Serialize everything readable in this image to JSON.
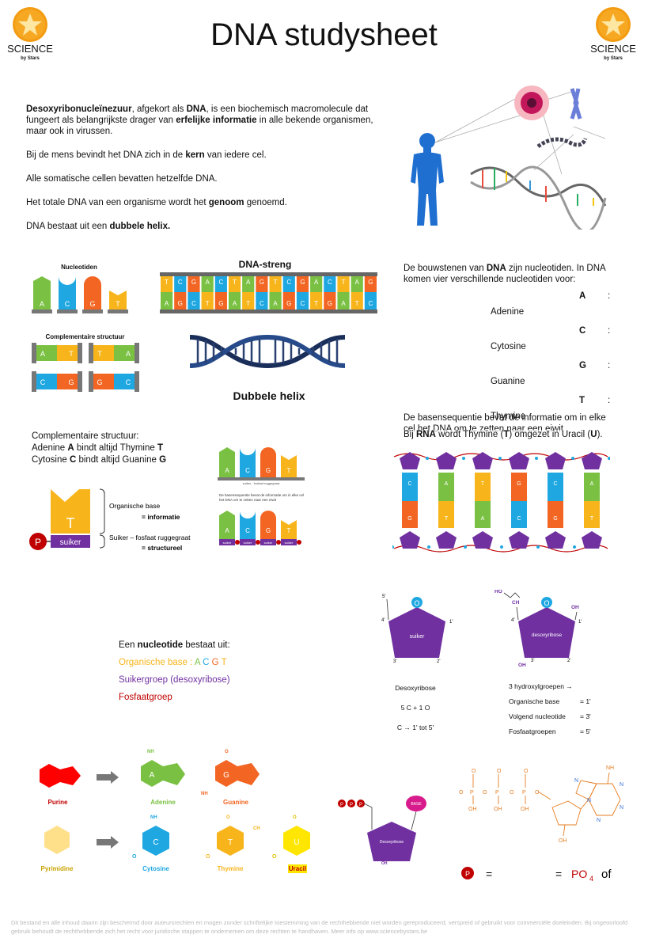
{
  "logo": {
    "brand": "SCIENCE",
    "by": "by Stars"
  },
  "title": "DNA studysheet",
  "intro": {
    "p1_a": "Desoxyribonucleïnezuur",
    "p1_b": ", afgekort als ",
    "p1_c": "DNA",
    "p1_d": ", is een biochemisch macromolecule dat fungeert als belangrijkste drager van ",
    "p1_e": "erfelijke informatie",
    "p1_f": " in alle bekende organismen, maar ook in virussen.",
    "p2_a": "Bij de mens bevindt het DNA zich in de ",
    "p2_b": "kern",
    "p2_c": " van iedere cel.",
    "p3": "Alle somatische cellen bevatten hetzelfde DNA.",
    "p4_a": "Het totale DNA van een organisme wordt het ",
    "p4_b": "genoom",
    "p4_c": " genoemd.",
    "p5_a": "DNA bestaat uit een ",
    "p5_b": "dubbele helix."
  },
  "diagram_labels": {
    "nucleotiden": "Nucleotiden",
    "dna_streng": "DNA-streng",
    "complementaire_structuur": "Complementaire structuur",
    "dubbele_helix": "Dubbele helix",
    "org_base": "Organische base",
    "eq_informatie": "= informatie",
    "suiker_ruggegraat": "Suiker – fosfaat ruggegraat",
    "eq_structureel": "= structureel",
    "suiker": "suiker",
    "p": "P",
    "t": "T",
    "suiker_ruggegraat_small": "suiker - fosfaat ruggegraat",
    "basensequentie_small": "De basensequentie bevat de informatie om in elke cel het DNA om te zetten naar een eiwit"
  },
  "bases": {
    "a": "A",
    "c": "C",
    "g": "G",
    "t": "T",
    "u": "U"
  },
  "colors": {
    "a": "#7ac143",
    "c": "#1ea7e1",
    "g": "#f26522",
    "t": "#f7b51b",
    "sugar": "#7030a0",
    "phosphate": "#c00000",
    "purine": "#ff0000",
    "pyrimidine": "#ffe08a",
    "uracil": "#ffe600"
  },
  "strand_top": [
    "T",
    "C",
    "G",
    "A",
    "C",
    "T",
    "A",
    "G",
    "T",
    "C",
    "G",
    "A",
    "C",
    "T",
    "A",
    "G"
  ],
  "strand_bottom": [
    "A",
    "G",
    "C",
    "T",
    "G",
    "A",
    "T",
    "C",
    "A",
    "G",
    "C",
    "T",
    "G",
    "A",
    "T",
    "C"
  ],
  "right_block": {
    "intro_a": "De bouwstenen van ",
    "intro_b": "DNA",
    "intro_c": " zijn nucleotiden. In DNA komen vier verschillende nucleotiden voor:",
    "bases": [
      {
        "letter": "A",
        "name": "Adenine"
      },
      {
        "letter": "C",
        "name": "Cytosine"
      },
      {
        "letter": "G",
        "name": "Guanine"
      },
      {
        "letter": "T",
        "name": "Thymine"
      }
    ],
    "colon": ":",
    "seq": "De basensequentie bevat de informatie om in elke cel het DNA om te zetten naar een eiwit",
    "rna_a": "Bij ",
    "rna_b": "RNA",
    "rna_c": " wordt Thymine (",
    "rna_d": "T",
    "rna_e": ") omgezet in Uracil (",
    "rna_f": "U",
    "rna_g": ")."
  },
  "compl": {
    "head": "Complementaire structuur:",
    "l1_a": "Adenine ",
    "l1_b": "A",
    "l1_c": " bindt altijd Thymine ",
    "l1_d": "T",
    "l2_a": "Cytosine ",
    "l2_b": "C",
    "l2_c": " bindt altijd Guanine ",
    "l2_d": "G"
  },
  "nucleotide_def": {
    "head_a": "Een ",
    "head_b": "nucleotide",
    "head_c": " bestaat uit:",
    "org_a": "Organische base : ",
    "sugar": "Suikergroep (desoxyribose)",
    "phos": "Fosfaatgroep"
  },
  "sugar_diagram": {
    "o": "O",
    "suiker": "suiker",
    "desoxyribose": "desoxyribose",
    "n5": "5'",
    "n4": "4'",
    "n3": "3'",
    "n2": "2'",
    "n1": "1'",
    "ho": "HO",
    "ch2": "CH",
    "oh": "OH",
    "cap_desoxyribose": "Desoxyribose",
    "formula": "5 C + 1 O",
    "c_range": "C → 1'  tot  5'",
    "hydroxyl": "3 hydroxylgroepen →",
    "org": "Organische base",
    "org_v": "= 1'",
    "volg": "Volgend nucleotide",
    "volg_v": "= 3'",
    "fosf": "Fosfaatgroepen",
    "fosf_v": "= 5'"
  },
  "bottom": {
    "purine": "Purine",
    "pyrimidine": "Pyrimidine",
    "adenine": "Adenine",
    "guanine": "Guanine",
    "cytosine": "Cytosine",
    "thymine": "Thymine",
    "uracil": "Uracil",
    "nh2": "NH",
    "ch3": "CH",
    "o": "O",
    "base": "BASE",
    "desoxyribose": "Desoxyribose",
    "p": "P",
    "oh": "OH",
    "n": "N",
    "eq": "=",
    "po4": "PO",
    "sub4": "4",
    "of": "of"
  },
  "footer": "Dit bestand en alle inhoud daarin zijn beschermd door auteursrechten en mogen zonder schriftelijke toestemming van de rechthebbende niet worden gereproduceerd, verspreid of gebruikt voor commerciële doeleinden. Bij ongeoorloofd gebruik behoudt de rechthebbende zich het recht voor juridische stappen te ondernemen om deze rechten te handhaven. Meer info op www.sciencebystars.be"
}
